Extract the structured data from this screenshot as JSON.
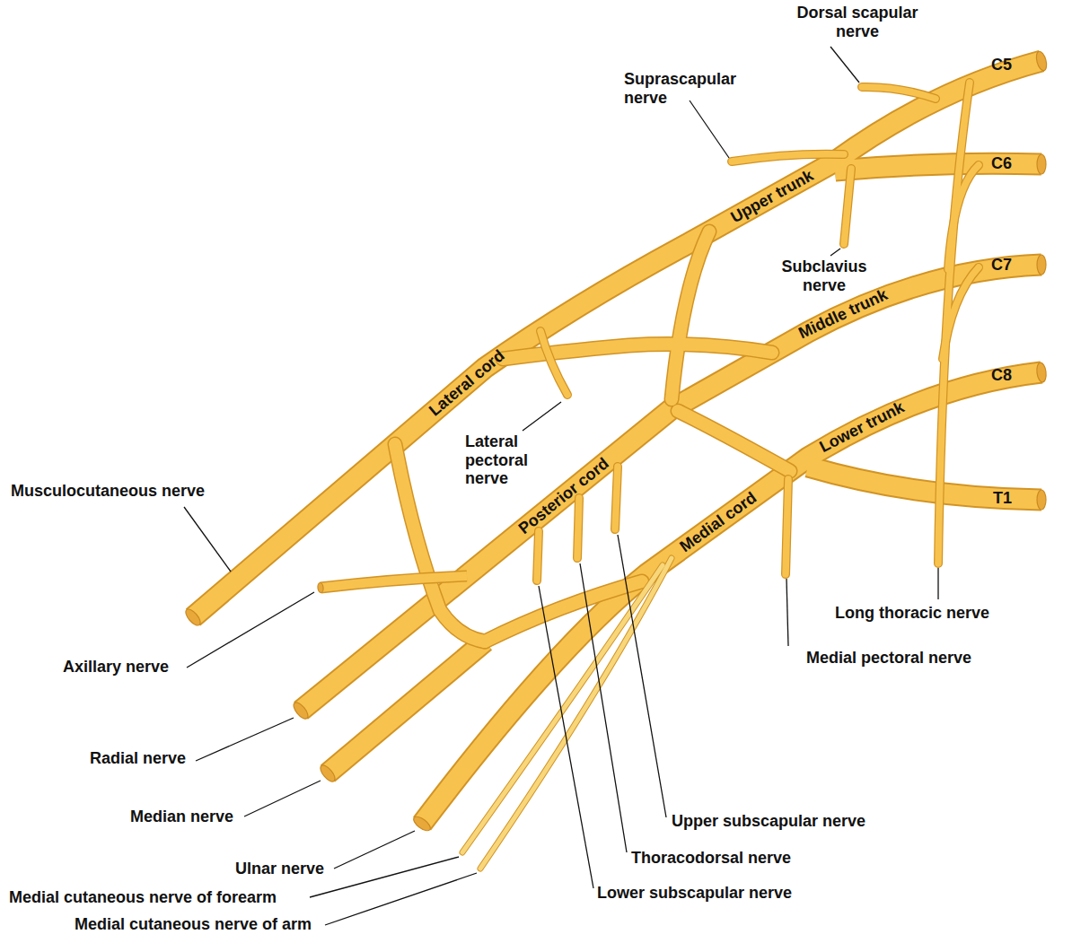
{
  "diagram": {
    "labels": [
      "Dorsal scapular nerve",
      "Suprascapular nerve",
      "C5",
      "C6",
      "Upper trunk",
      "Subclavius nerve",
      "C7",
      "Middle trunk",
      "Lateral cord",
      "Lateral pectoral nerve",
      "C8",
      "Lower trunk",
      "Musculocutaneous nerve",
      "Posterior cord",
      "T1",
      "Medial cord",
      "Long thoracic nerve",
      "Medial pectoral nerve",
      "Axillary nerve",
      "Radial nerve",
      "Median nerve",
      "Upper subscapular nerve",
      "Thoracodorsal nerve",
      "Ulnar nerve",
      "Lower subscapular nerve",
      "Medial cutaneous nerve of forearm",
      "Medial cutaneous nerve of arm"
    ]
  }
}
